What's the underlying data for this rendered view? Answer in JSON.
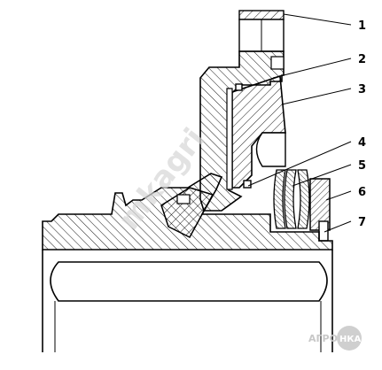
{
  "callouts": [
    {
      "id": "1",
      "label": "1"
    },
    {
      "id": "2",
      "label": "2"
    },
    {
      "id": "3",
      "label": "3"
    },
    {
      "id": "4",
      "label": "4"
    },
    {
      "id": "5",
      "label": "5"
    },
    {
      "id": "6",
      "label": "6"
    },
    {
      "id": "7",
      "label": "7"
    }
  ],
  "watermark": {
    "diagonal_text": "mkagri",
    "logo_left": "АГРО",
    "logo_right": "НКА"
  },
  "colors": {
    "ink": "#000000",
    "paper": "#ffffff",
    "watermark_text": "#d6d6d6",
    "logo_text": "#c8c8c8",
    "logo_circle": "#cfcfcf"
  }
}
